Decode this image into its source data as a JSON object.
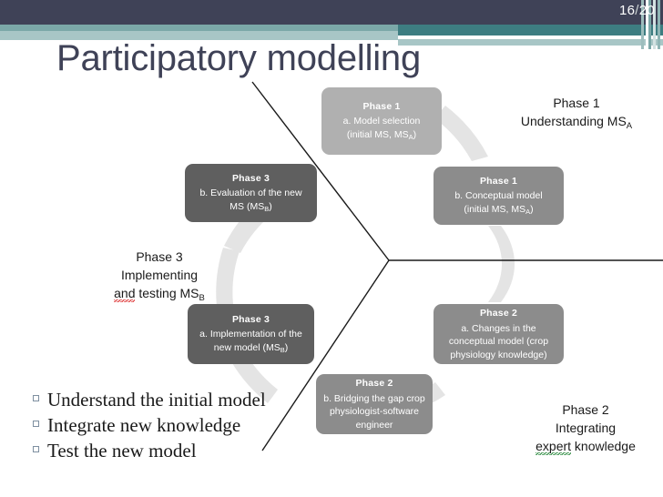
{
  "header": {
    "page_current": "16",
    "page_separator": "/",
    "page_total": "20",
    "bar_color": "#3f4257",
    "accent_teal": "#3d7d81",
    "accent_pale": "#a8c6c6"
  },
  "title": "Participatory modelling",
  "diagram": {
    "nodes": [
      {
        "id": "phase1-a",
        "heading": "Phase 1",
        "line1": "a. Model selection",
        "line2": "(initial MS, MS",
        "sub": "A",
        "line2_end": ")",
        "fill": "#b0b0b0"
      },
      {
        "id": "phase1-b",
        "heading": "Phase 1",
        "line1": "b. Conceptual model",
        "line2": "(initial MS, MS",
        "sub": "A",
        "line2_end": ")",
        "fill": "#8c8c8c"
      },
      {
        "id": "phase2-a",
        "heading": "Phase 2",
        "line1": "a. Changes in the",
        "line2": "conceptual model (crop",
        "line3": "physiology knowledge)",
        "fill": "#8c8c8c"
      },
      {
        "id": "phase2-b",
        "heading": "Phase 2",
        "line1": "b. Bridging the gap  crop",
        "line2": "physiologist-software",
        "line3": "engineer",
        "fill": "#8c8c8c"
      },
      {
        "id": "phase3-a",
        "heading": "Phase 3",
        "line1": "a. Implementation of the",
        "line2": "new model (MS",
        "sub": "B",
        "line2_end": ")",
        "fill": "#5f5f5f"
      },
      {
        "id": "phase3-b",
        "heading": "Phase 3",
        "line1": "b. Evaluation of the new",
        "line2": "MS (MS",
        "sub": "B",
        "line2_end": ")",
        "fill": "#5f5f5f"
      }
    ],
    "outer_labels": [
      {
        "id": "outer-phase1",
        "line1": "Phase 1",
        "line2": "Understanding MS",
        "sub": "A"
      },
      {
        "id": "outer-phase3",
        "line1": "Phase 3",
        "line2": "Implementing",
        "line3_a": "and",
        "line3_b": " testing MS",
        "sub": "B"
      },
      {
        "id": "outer-phase2",
        "line1": "Phase 2",
        "line2": "Integrating",
        "line3_a": "expert",
        "line3_b": " knowledge"
      }
    ],
    "ring_color": "#e2e2e2",
    "divider_color": "#1a1a1a"
  },
  "bullets": [
    {
      "text": "Understand the initial model"
    },
    {
      "text": "Integrate new knowledge"
    },
    {
      "text": "Test the new model"
    }
  ]
}
